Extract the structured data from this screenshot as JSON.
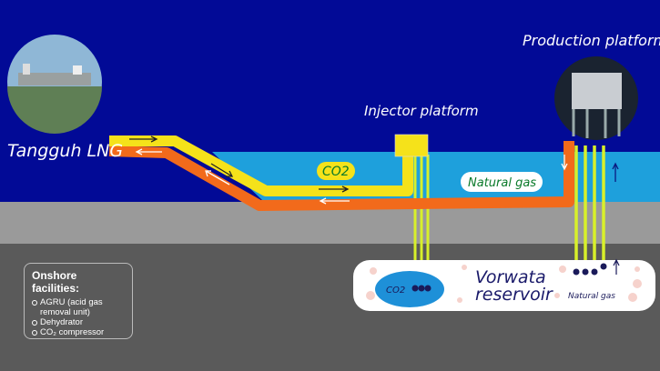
{
  "labels": {
    "tangguh": "Tangguh LNG",
    "injector": "Injector platform",
    "production": "Production platform",
    "co2_pipe": "CO2",
    "natural_gas_pipe": "Natural gas",
    "reservoir": [
      "Vorwata",
      "reservoir"
    ],
    "reservoir_co2": "CO2",
    "reservoir_gas": "Natural gas"
  },
  "legend": {
    "title": "Onshore facilities:",
    "items": [
      "AGRU (acid gas removal unit)",
      "Dehydrator",
      "CO₂ compressor"
    ]
  },
  "colors": {
    "deep_sea": "#020a96",
    "shallow_sea": "#1ea0dc",
    "seabed": "#9a9a9a",
    "subsurface": "#5a5a5a",
    "co2_pipe": "#f5e21a",
    "gas_pipe": "#f26a1b",
    "well_lines": "#d8f02a"
  }
}
